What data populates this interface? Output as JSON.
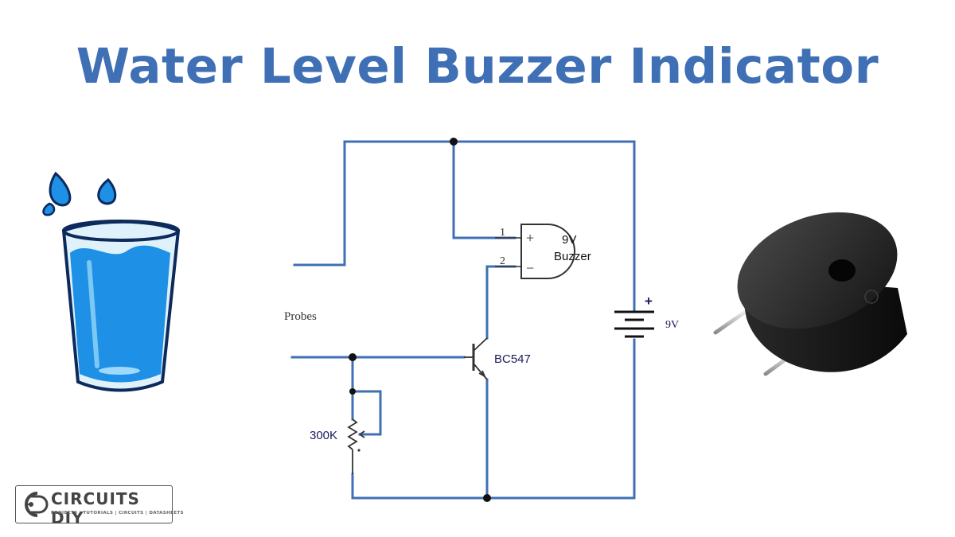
{
  "title": "Water Level Buzzer Indicator",
  "labels": {
    "probes": "Probes",
    "buzzer_pin1": "1",
    "buzzer_pin2": "2",
    "buzzer_plus": "+",
    "buzzer_minus": "−",
    "buzzer_voltage": "9V",
    "buzzer_name": "Buzzer",
    "transistor": "BC547",
    "resistor": "300K",
    "battery_plus": "+",
    "battery_voltage": "9V"
  },
  "logo": {
    "name": "CIRCUITS DIY",
    "tagline": "PROJECTS | TUTORIALS | CIRCUITS | DATASHEETS"
  },
  "colors": {
    "title": "#3f6fb5",
    "wire": "#3f6fb5",
    "water": "#1e90e6",
    "buzzer_body": "#1f1f1f"
  }
}
